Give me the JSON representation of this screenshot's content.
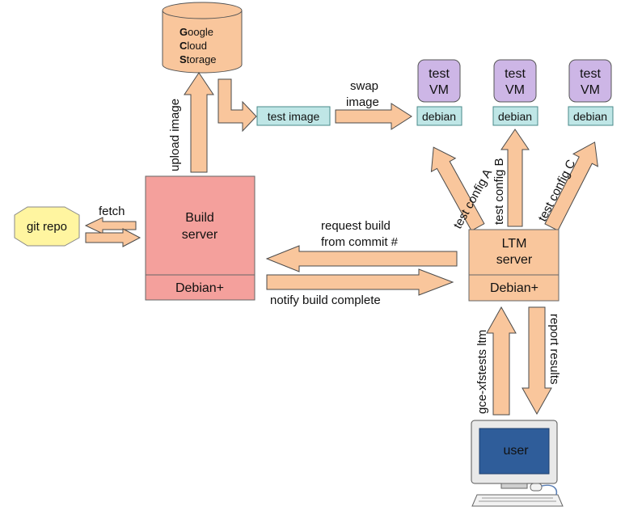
{
  "storage": {
    "line1": "Google",
    "line2": "Cloud",
    "line3": "Storage"
  },
  "test_image": "test image",
  "swap_image": {
    "line1": "swap",
    "line2": "image"
  },
  "upload_image": "upload image",
  "vms": [
    {
      "line1": "test",
      "line2": "VM",
      "os": "debian"
    },
    {
      "line1": "test",
      "line2": "VM",
      "os": "debian"
    },
    {
      "line1": "test",
      "line2": "VM",
      "os": "debian"
    }
  ],
  "configs": [
    "test config A",
    "test config B",
    "test config C"
  ],
  "git_repo": "git repo",
  "fetch": "fetch",
  "build_server": {
    "line1": "Build",
    "line2": "server",
    "os": "Debian+"
  },
  "request_build": {
    "line1": "request build",
    "line2": "from commit #"
  },
  "notify_build": "notify build complete",
  "ltm_server": {
    "line1": "LTM",
    "line2": "server",
    "os": "Debian+"
  },
  "gce_xfstests": "gce-xfstests ltm",
  "report_results": "report results",
  "user": "user",
  "colors": {
    "arrow": "#f9c69c",
    "storage": "#f9c69c",
    "test_image": "#bfe6e6",
    "vm": "#cdb6e6",
    "git": "#fff5a0",
    "build": "#f4a09c",
    "ltm": "#f9c69c",
    "monitor_screen": "#2f5d9a"
  }
}
